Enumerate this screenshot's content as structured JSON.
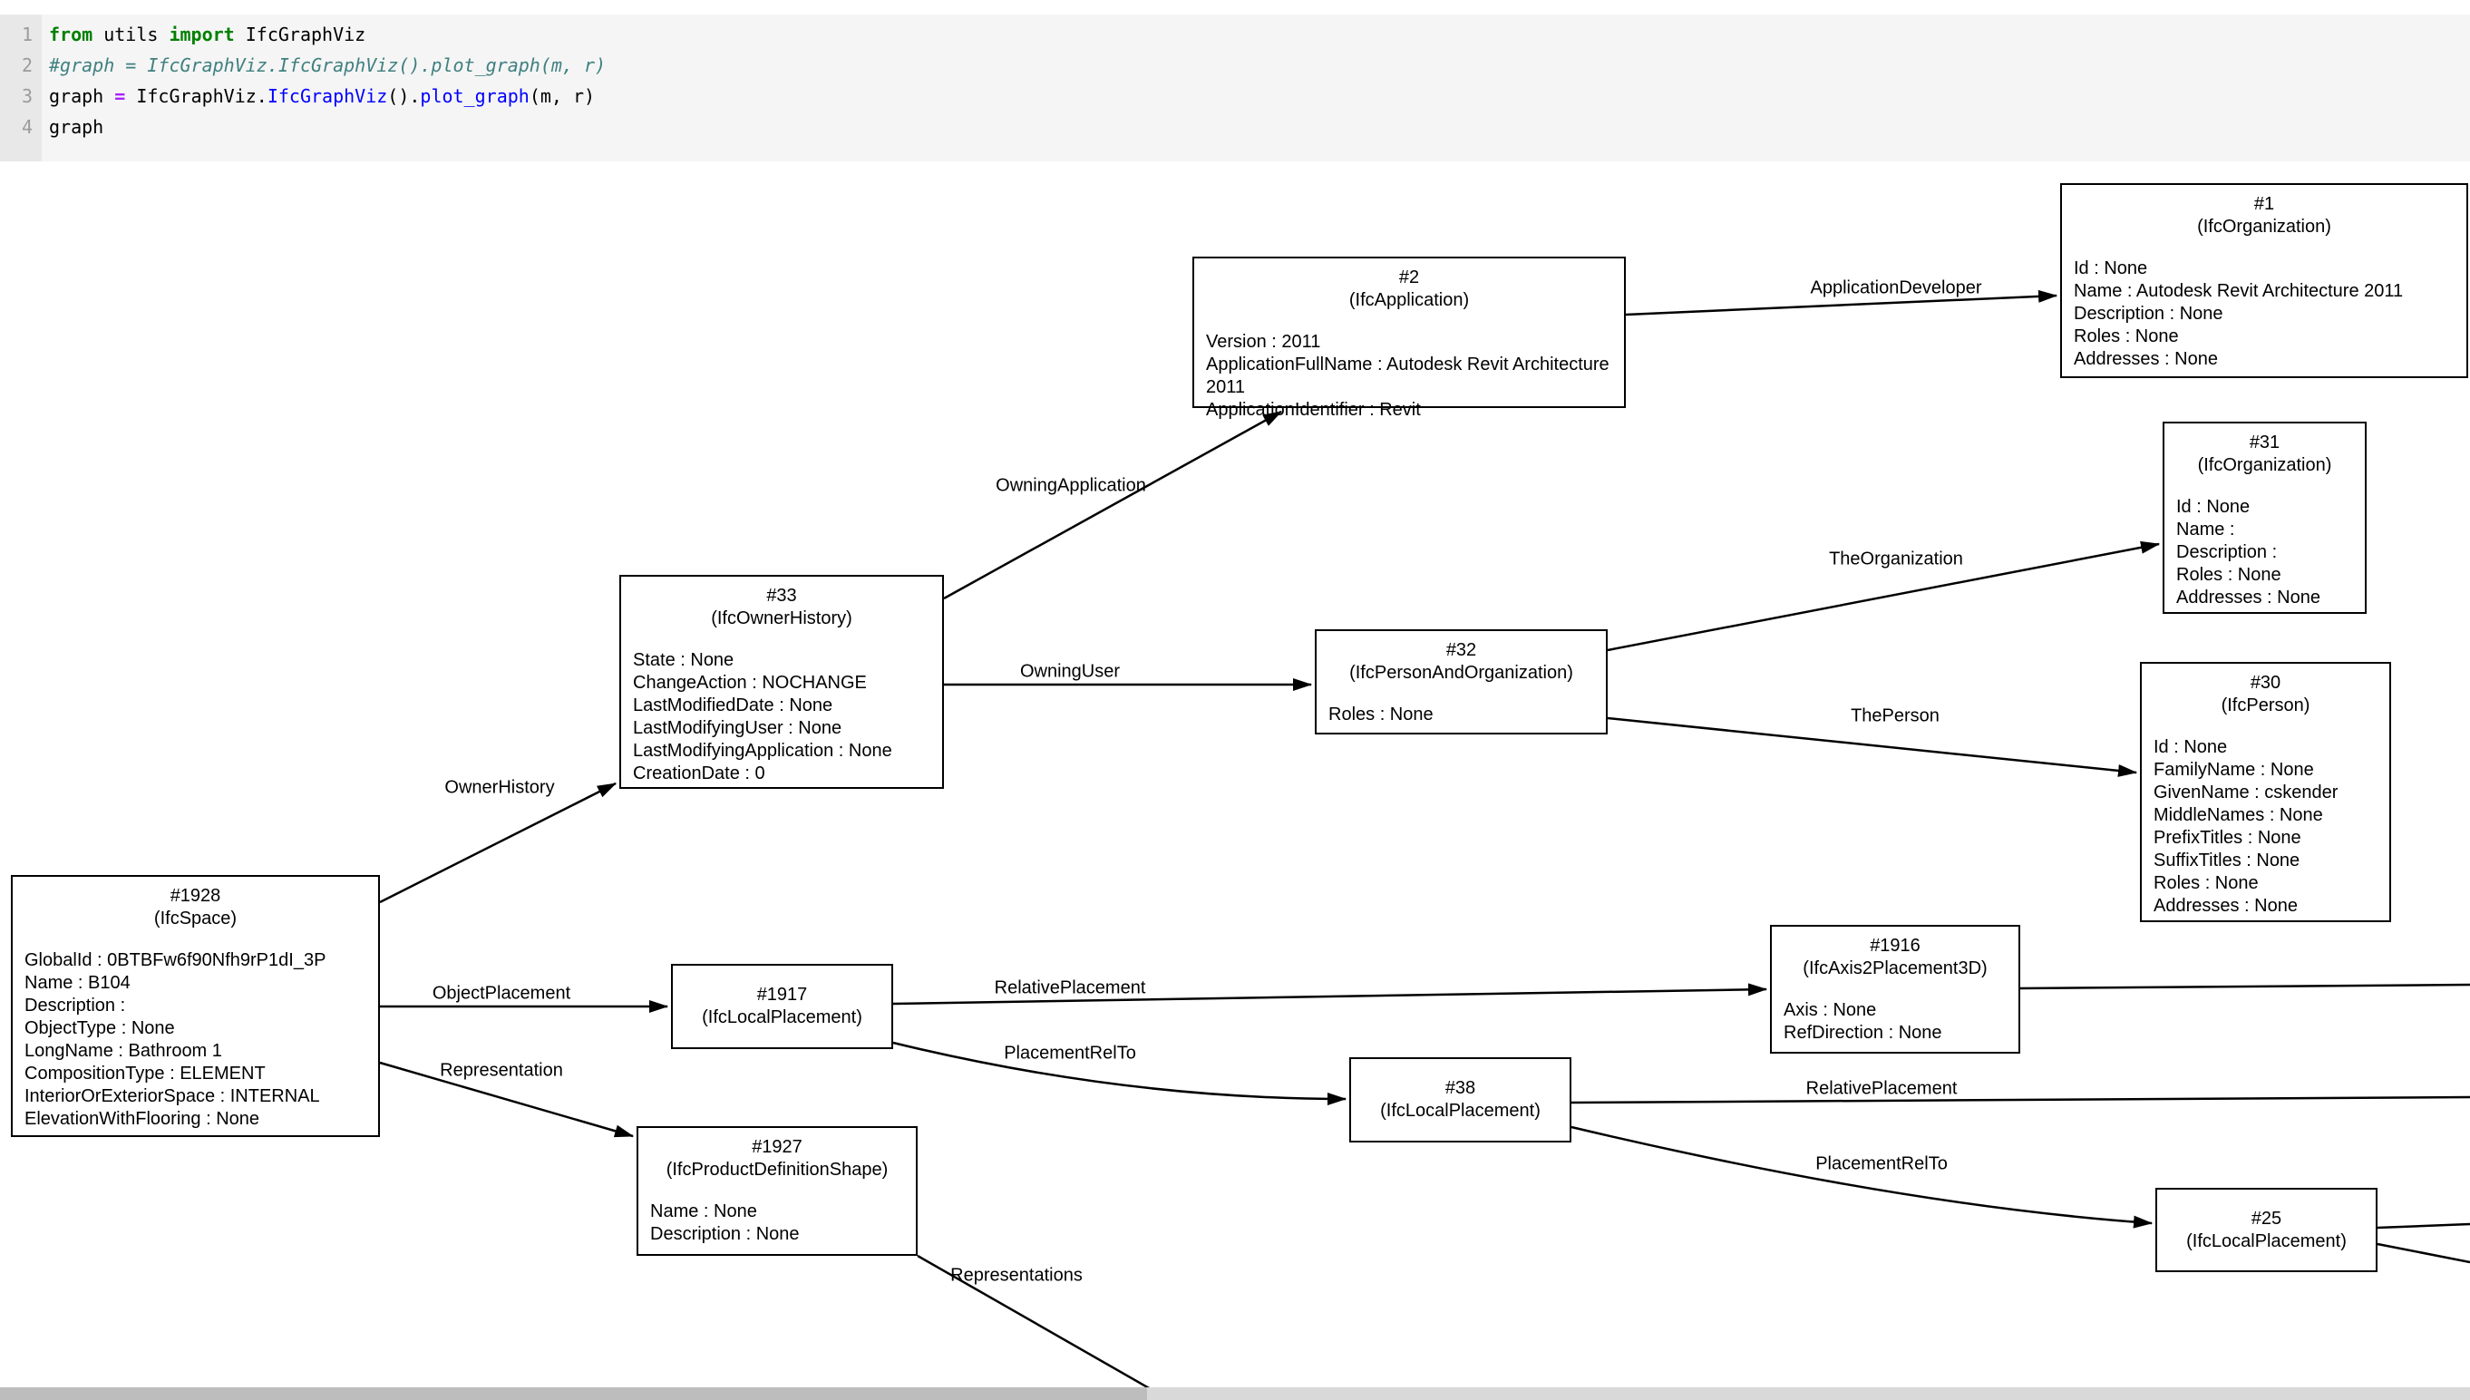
{
  "code_cell": {
    "lines": [
      {
        "number": "1",
        "t0": "from",
        "t1": " utils ",
        "t2": "import",
        "t3": " IfcGraphViz"
      },
      {
        "number": "2",
        "t0": "#graph = IfcGraphViz.IfcGraphViz().plot_graph(m, r)"
      },
      {
        "number": "3",
        "t0": "graph ",
        "t1": "=",
        "t2": " IfcGraphViz.",
        "t3": "IfcGraphViz",
        "t4": "().",
        "t5": "plot_graph",
        "t6": "(m, r)"
      },
      {
        "number": "4",
        "t0": "graph"
      }
    ]
  },
  "graph": {
    "nodes": [
      {
        "id": "#1928",
        "type": "(IfcSpace)",
        "attrs": [
          "GlobalId : 0BTBFw6f90Nfh9rP1dI_3P",
          "Name : B104",
          "Description :",
          "ObjectType : None",
          "LongName : Bathroom 1",
          "CompositionType : ELEMENT",
          "InteriorOrExteriorSpace : INTERNAL",
          "ElevationWithFlooring : None"
        ]
      },
      {
        "id": "#33",
        "type": "(IfcOwnerHistory)",
        "attrs": [
          "State : None",
          "ChangeAction : NOCHANGE",
          "LastModifiedDate : None",
          "LastModifyingUser : None",
          "LastModifyingApplication : None",
          "CreationDate : 0"
        ]
      },
      {
        "id": "#2",
        "type": "(IfcApplication)",
        "attrs": [
          "Version : 2011",
          "ApplicationFullName : Autodesk Revit Architecture 2011",
          "ApplicationIdentifier : Revit"
        ]
      },
      {
        "id": "#1",
        "type": "(IfcOrganization)",
        "attrs": [
          "Id : None",
          "Name : Autodesk Revit Architecture 2011",
          "Description : None",
          "Roles : None",
          "Addresses : None"
        ]
      },
      {
        "id": "#31",
        "type": "(IfcOrganization)",
        "attrs": [
          "Id : None",
          "Name :",
          "Description :",
          "Roles : None",
          "Addresses : None"
        ]
      },
      {
        "id": "#32",
        "type": "(IfcPersonAndOrganization)",
        "attrs": [
          "Roles : None"
        ]
      },
      {
        "id": "#30",
        "type": "(IfcPerson)",
        "attrs": [
          "Id : None",
          "FamilyName : None",
          "GivenName : cskender",
          "MiddleNames : None",
          "PrefixTitles : None",
          "SuffixTitles : None",
          "Roles : None",
          "Addresses : None"
        ]
      },
      {
        "id": "#1917",
        "type": "(IfcLocalPlacement)",
        "attrs": []
      },
      {
        "id": "#1916",
        "type": "(IfcAxis2Placement3D)",
        "attrs": [
          "Axis : None",
          "RefDirection : None"
        ]
      },
      {
        "id": "#38",
        "type": "(IfcLocalPlacement)",
        "attrs": []
      },
      {
        "id": "#25",
        "type": "(IfcLocalPlacement)",
        "attrs": []
      },
      {
        "id": "#1927",
        "type": "(IfcProductDefinitionShape)",
        "attrs": [
          "Name : None",
          "Description : None"
        ]
      }
    ],
    "edges": [
      {
        "label": "OwnerHistory",
        "from": "#1928",
        "to": "#33"
      },
      {
        "label": "OwningApplication",
        "from": "#33",
        "to": "#2"
      },
      {
        "label": "OwningUser",
        "from": "#33",
        "to": "#32"
      },
      {
        "label": "ApplicationDeveloper",
        "from": "#2",
        "to": "#1"
      },
      {
        "label": "TheOrganization",
        "from": "#32",
        "to": "#31"
      },
      {
        "label": "ThePerson",
        "from": "#32",
        "to": "#30"
      },
      {
        "label": "ObjectPlacement",
        "from": "#1928",
        "to": "#1917"
      },
      {
        "label": "RelativePlacement",
        "from": "#1917",
        "to": "#1916"
      },
      {
        "label": "PlacementRelTo",
        "from": "#1917",
        "to": "#38"
      },
      {
        "label": "Representation",
        "from": "#1928",
        "to": "#1927"
      },
      {
        "label": "RelativePlacement",
        "from": "#38"
      },
      {
        "label": "PlacementRelTo",
        "from": "#38",
        "to": "#25"
      },
      {
        "label": "Representations",
        "from": "#1927"
      }
    ]
  }
}
